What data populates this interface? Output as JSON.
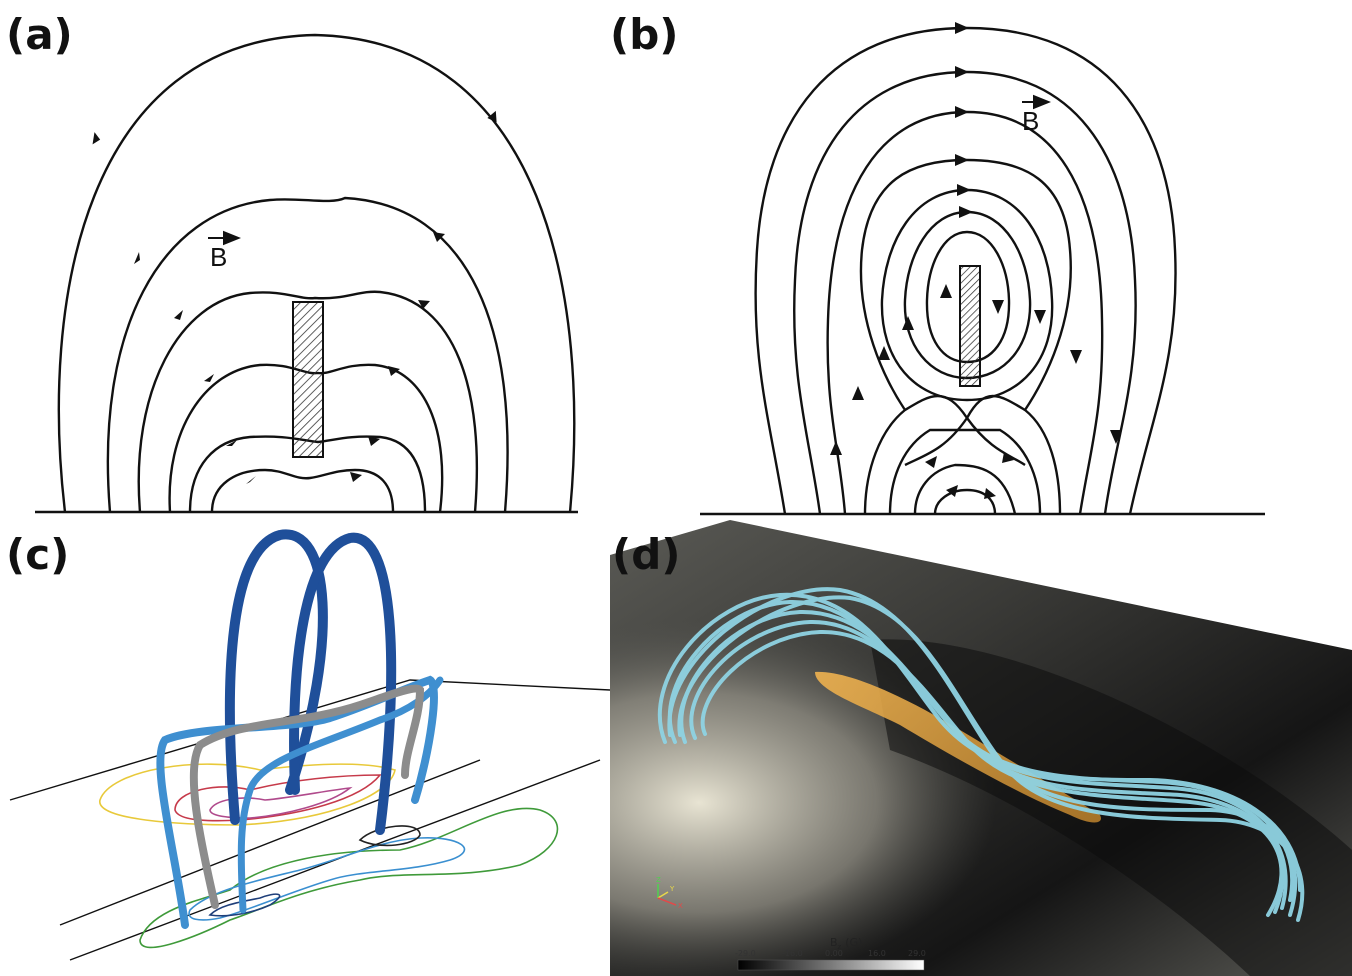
{
  "panels": [
    {
      "id": "a",
      "label": "(a)",
      "field_label": "B"
    },
    {
      "id": "b",
      "label": "(b)",
      "field_label": "B"
    },
    {
      "id": "c",
      "label": "(c)"
    },
    {
      "id": "d",
      "label": "(d)"
    }
  ],
  "colorbar": {
    "title": "B",
    "title_sub": "z",
    "title_unit": "(G)",
    "ticks": [
      "-29.0",
      "-16.0",
      "0.00",
      "16.0",
      "29.0"
    ]
  },
  "axes_triad": {
    "z": "Z",
    "y": "Y",
    "x": "X"
  },
  "colors": {
    "line": "#111111",
    "loop_dark_blue": "#1f4f9a",
    "loop_light_blue": "#3f8fd0",
    "loop_gray": "#8c8c8c",
    "flux_rope": "#8fd3e3",
    "filament": "#e3a646"
  }
}
